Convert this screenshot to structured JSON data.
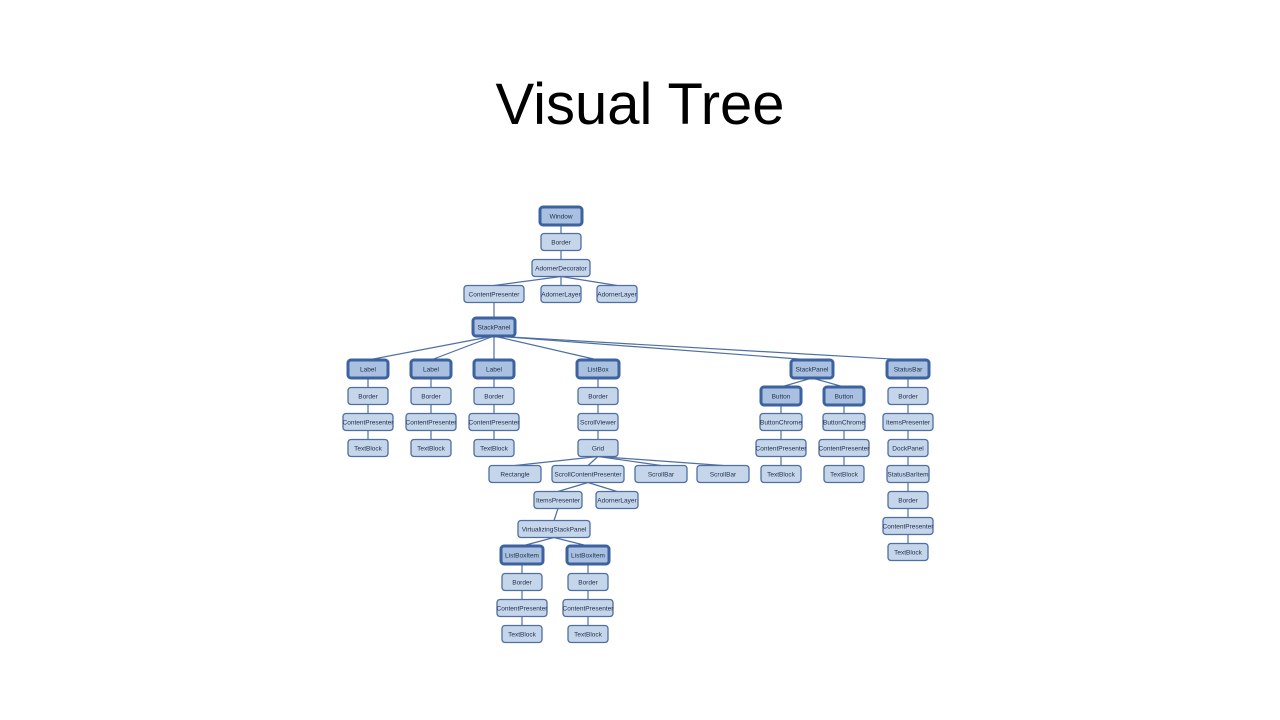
{
  "slide": {
    "title": "Visual Tree"
  },
  "colors": {
    "node_fill": "#c5d5ea",
    "node_fill_highlight": "#a9c0e0",
    "node_border": "#4f6fa3",
    "edge": "#4f6fa3"
  },
  "tree": {
    "nodes": [
      {
        "id": "window",
        "label": "Window",
        "highlight": true
      },
      {
        "id": "border0",
        "label": "Border"
      },
      {
        "id": "adornerdecorator",
        "label": "AdornerDecorator"
      },
      {
        "id": "contentpresenter0",
        "label": "ContentPresenter"
      },
      {
        "id": "adornerlayer1",
        "label": "AdornerLayer"
      },
      {
        "id": "adornerlayer2",
        "label": "AdornerLayer"
      },
      {
        "id": "stackpanel0",
        "label": "StackPanel",
        "highlight": true
      },
      {
        "id": "label1",
        "label": "Label",
        "highlight": true
      },
      {
        "id": "label1-border",
        "label": "Border"
      },
      {
        "id": "label1-cp",
        "label": "ContentPresenter"
      },
      {
        "id": "label1-tb",
        "label": "TextBlock"
      },
      {
        "id": "label2",
        "label": "Label",
        "highlight": true
      },
      {
        "id": "label2-border",
        "label": "Border"
      },
      {
        "id": "label2-cp",
        "label": "ContentPresenter"
      },
      {
        "id": "label2-tb",
        "label": "TextBlock"
      },
      {
        "id": "label3",
        "label": "Label",
        "highlight": true
      },
      {
        "id": "label3-border",
        "label": "Border"
      },
      {
        "id": "label3-cp",
        "label": "ContentPresenter"
      },
      {
        "id": "label3-tb",
        "label": "TextBlock"
      },
      {
        "id": "listbox",
        "label": "ListBox",
        "highlight": true
      },
      {
        "id": "listbox-border",
        "label": "Border"
      },
      {
        "id": "scrollviewer",
        "label": "ScrollViewer"
      },
      {
        "id": "grid",
        "label": "Grid"
      },
      {
        "id": "rectangle",
        "label": "Rectangle"
      },
      {
        "id": "scrollcontentpresenter",
        "label": "ScrollContentPresenter"
      },
      {
        "id": "scrollbar1",
        "label": "ScrollBar"
      },
      {
        "id": "scrollbar2",
        "label": "ScrollBar"
      },
      {
        "id": "itemspresenter1",
        "label": "ItemsPresenter"
      },
      {
        "id": "adornerlayer3",
        "label": "AdornerLayer"
      },
      {
        "id": "virtualizingstackpanel",
        "label": "VirtualizingStackPanel"
      },
      {
        "id": "listboxitem1",
        "label": "ListBoxItem",
        "highlight": true
      },
      {
        "id": "lbi1-border",
        "label": "Border"
      },
      {
        "id": "lbi1-cp",
        "label": "ContentPresenter"
      },
      {
        "id": "lbi1-tb",
        "label": "TextBlock"
      },
      {
        "id": "listboxitem2",
        "label": "ListBoxItem",
        "highlight": true
      },
      {
        "id": "lbi2-border",
        "label": "Border"
      },
      {
        "id": "lbi2-cp",
        "label": "ContentPresenter"
      },
      {
        "id": "lbi2-tb",
        "label": "TextBlock"
      },
      {
        "id": "stackpanel2",
        "label": "StackPanel",
        "highlight": true
      },
      {
        "id": "button1",
        "label": "Button",
        "highlight": true
      },
      {
        "id": "b1-chrome",
        "label": "ButtonChrome"
      },
      {
        "id": "b1-cp",
        "label": "ContentPresenter"
      },
      {
        "id": "b1-tb",
        "label": "TextBlock"
      },
      {
        "id": "button2",
        "label": "Button",
        "highlight": true
      },
      {
        "id": "b2-chrome",
        "label": "ButtonChrome"
      },
      {
        "id": "b2-cp",
        "label": "ContentPresenter"
      },
      {
        "id": "b2-tb",
        "label": "TextBlock"
      },
      {
        "id": "statusbar",
        "label": "StatusBar",
        "highlight": true
      },
      {
        "id": "sb-border",
        "label": "Border"
      },
      {
        "id": "sb-itemspresenter",
        "label": "ItemsPresenter"
      },
      {
        "id": "dockpanel",
        "label": "DockPanel"
      },
      {
        "id": "statusbaritem",
        "label": "StatusBarItem"
      },
      {
        "id": "sbi-border",
        "label": "Border"
      },
      {
        "id": "sbi-cp",
        "label": "ContentPresenter"
      },
      {
        "id": "sbi-tb",
        "label": "TextBlock"
      }
    ],
    "edges": [
      [
        "window",
        "border0"
      ],
      [
        "border0",
        "adornerdecorator"
      ],
      [
        "adornerdecorator",
        "contentpresenter0"
      ],
      [
        "adornerdecorator",
        "adornerlayer1"
      ],
      [
        "adornerdecorator",
        "adornerlayer2"
      ],
      [
        "contentpresenter0",
        "stackpanel0"
      ],
      [
        "stackpanel0",
        "label1"
      ],
      [
        "stackpanel0",
        "label2"
      ],
      [
        "stackpanel0",
        "label3"
      ],
      [
        "stackpanel0",
        "listbox"
      ],
      [
        "stackpanel0",
        "stackpanel2"
      ],
      [
        "stackpanel0",
        "statusbar"
      ],
      [
        "label1",
        "label1-border"
      ],
      [
        "label1-border",
        "label1-cp"
      ],
      [
        "label1-cp",
        "label1-tb"
      ],
      [
        "label2",
        "label2-border"
      ],
      [
        "label2-border",
        "label2-cp"
      ],
      [
        "label2-cp",
        "label2-tb"
      ],
      [
        "label3",
        "label3-border"
      ],
      [
        "label3-border",
        "label3-cp"
      ],
      [
        "label3-cp",
        "label3-tb"
      ],
      [
        "listbox",
        "listbox-border"
      ],
      [
        "listbox-border",
        "scrollviewer"
      ],
      [
        "scrollviewer",
        "grid"
      ],
      [
        "grid",
        "rectangle"
      ],
      [
        "grid",
        "scrollcontentpresenter"
      ],
      [
        "grid",
        "scrollbar1"
      ],
      [
        "grid",
        "scrollbar2"
      ],
      [
        "scrollcontentpresenter",
        "itemspresenter1"
      ],
      [
        "scrollcontentpresenter",
        "adornerlayer3"
      ],
      [
        "itemspresenter1",
        "virtualizingstackpanel"
      ],
      [
        "virtualizingstackpanel",
        "listboxitem1"
      ],
      [
        "virtualizingstackpanel",
        "listboxitem2"
      ],
      [
        "listboxitem1",
        "lbi1-border"
      ],
      [
        "lbi1-border",
        "lbi1-cp"
      ],
      [
        "lbi1-cp",
        "lbi1-tb"
      ],
      [
        "listboxitem2",
        "lbi2-border"
      ],
      [
        "lbi2-border",
        "lbi2-cp"
      ],
      [
        "lbi2-cp",
        "lbi2-tb"
      ],
      [
        "stackpanel2",
        "button1"
      ],
      [
        "stackpanel2",
        "button2"
      ],
      [
        "button1",
        "b1-chrome"
      ],
      [
        "b1-chrome",
        "b1-cp"
      ],
      [
        "b1-cp",
        "b1-tb"
      ],
      [
        "button2",
        "b2-chrome"
      ],
      [
        "b2-chrome",
        "b2-cp"
      ],
      [
        "b2-cp",
        "b2-tb"
      ],
      [
        "statusbar",
        "sb-border"
      ],
      [
        "sb-border",
        "sb-itemspresenter"
      ],
      [
        "sb-itemspresenter",
        "dockpanel"
      ],
      [
        "dockpanel",
        "statusbaritem"
      ],
      [
        "statusbaritem",
        "sbi-border"
      ],
      [
        "sbi-border",
        "sbi-cp"
      ],
      [
        "sbi-cp",
        "sbi-tb"
      ]
    ]
  }
}
